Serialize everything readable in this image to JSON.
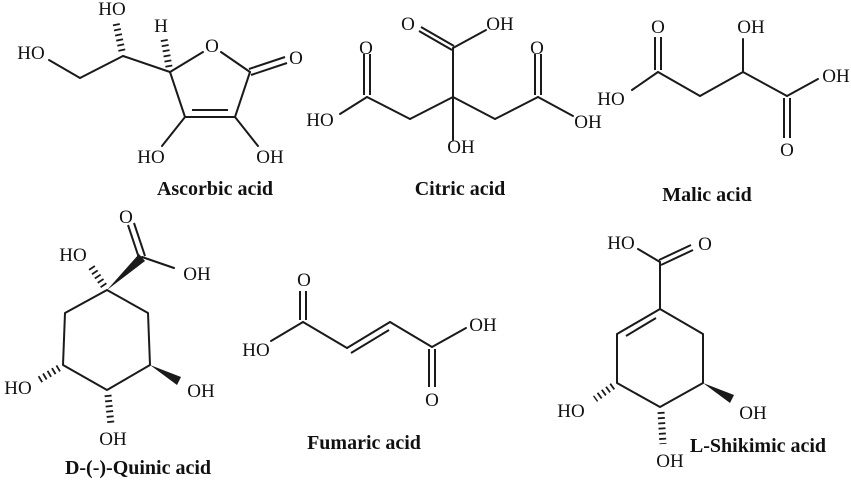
{
  "figure": {
    "type": "chemical-structure-diagram",
    "background": "#ffffff",
    "ink_color": "#1a1a1a",
    "molecules": {
      "ascorbic_acid": {
        "name": "Ascorbic acid",
        "labels": {
          "sidechain_hydroxyl": "HO",
          "stereo_hydrogen": "H",
          "ring_oxygen": "O",
          "primary_hydroxyl": "HO",
          "carbonyl_oxygen": "O",
          "enediol_hydroxyl_left": "HO",
          "enediol_hydroxyl_right": "OH"
        }
      },
      "citric_acid": {
        "name": "Citric acid",
        "labels": {
          "left_carbonyl_oxygen": "O",
          "top_carbonyl_oxygen": "O",
          "top_carboxyl_hydroxyl": "OH",
          "right_carbonyl_oxygen": "O",
          "left_carboxyl_hydroxyl": "HO",
          "right_carboxyl_hydroxyl": "OH",
          "central_hydroxyl": "OH"
        }
      },
      "malic_acid": {
        "name": "Malic acid",
        "labels": {
          "left_carbonyl_oxygen": "O",
          "alpha_hydroxyl": "OH",
          "right_carboxyl_hydroxyl": "OH",
          "left_carboxyl_hydroxyl": "HO",
          "right_carbonyl_oxygen": "O"
        }
      },
      "quinic_acid": {
        "name": "D-(-)-Quinic acid",
        "labels": {
          "carbonyl_oxygen": "O",
          "c1_hydroxyl": "HO",
          "carboxyl_hydroxyl": "OH",
          "c3_hydroxyl": "HO",
          "c5_hydroxyl": "OH",
          "c4_hydroxyl": "OH"
        }
      },
      "fumaric_acid": {
        "name": "Fumaric acid",
        "labels": {
          "top_carbonyl_oxygen": "O",
          "left_carboxyl_hydroxyl": "HO",
          "right_carboxyl_hydroxyl": "OH",
          "bottom_carbonyl_oxygen": "O"
        }
      },
      "shikimic_acid": {
        "name": "L-Shikimic acid",
        "labels": {
          "carboxyl_hydroxyl": "HO",
          "carbonyl_oxygen": "O",
          "c3_hydroxyl": "HO",
          "c5_hydroxyl": "OH",
          "c4_hydroxyl": "OH"
        }
      }
    }
  }
}
